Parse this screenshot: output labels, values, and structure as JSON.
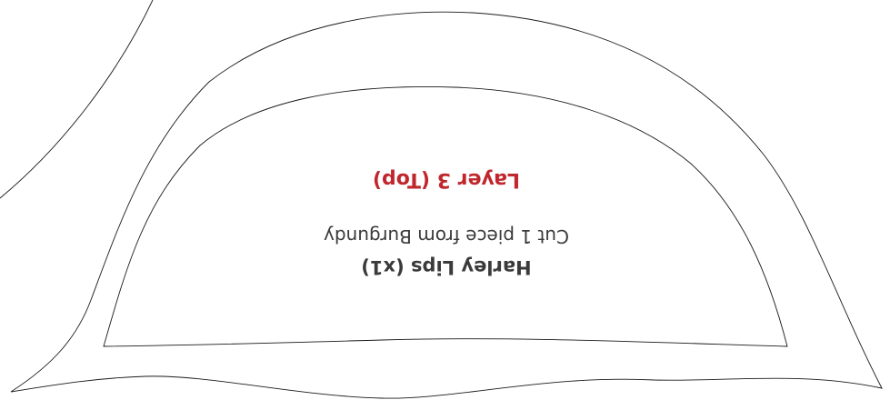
{
  "pattern": {
    "layer_label": "Layer 3 (Top)",
    "instruction": "Cut 1 piece from Burgundy",
    "piece_name": "Harley Lips (x1)"
  },
  "colors": {
    "layer_label": "#c0272d",
    "text": "#3a3a3a",
    "line": "#1a1a1a",
    "background": "#ffffff"
  }
}
